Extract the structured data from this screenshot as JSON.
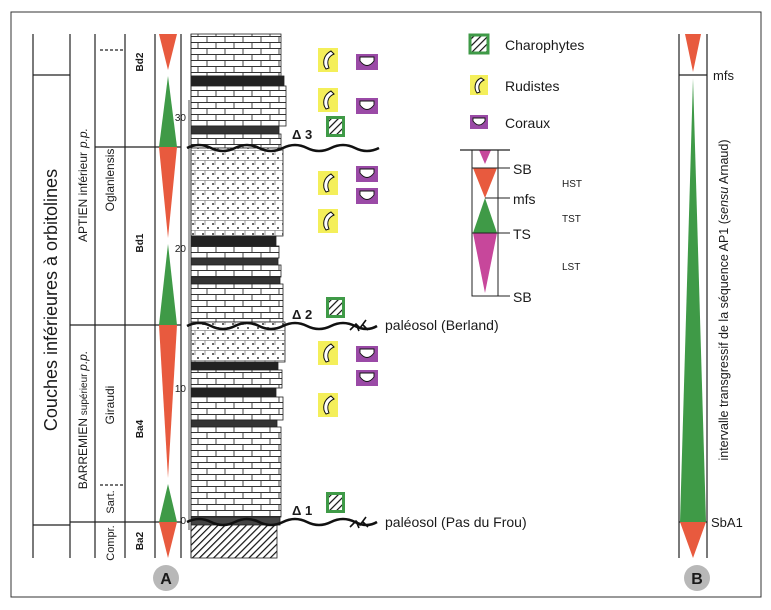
{
  "column_a": {
    "panel_letter": "A",
    "formation": "Couches inférieures à orbitolines",
    "stage_upper": "APTIEN inférieur",
    "stage_upper_suffix": "p.p.",
    "stage_lower": "BARREMIEN",
    "stage_lower_mid": " supérieur ",
    "stage_lower_suffix": "p.p.",
    "zones": [
      "Oglanlensis",
      "Giraudi",
      "Sart.",
      "Compr."
    ],
    "units": [
      "Bd2",
      "Bd1",
      "Ba4",
      "Ba2"
    ],
    "scale_ticks": [
      "30",
      "20",
      "10",
      "0"
    ],
    "surfaces": [
      "Δ 3",
      "Δ 2",
      "Δ 1"
    ],
    "paleosols": [
      "paléosol (Berland)",
      "paléosol (Pas du Frou)"
    ]
  },
  "legend": {
    "charophytes": "Charophytes",
    "rudistes": "Rudistes",
    "coraux": "Coraux",
    "sequence_labels": [
      "SB",
      "mfs",
      "TS",
      "SB"
    ],
    "tract_labels": [
      "HST",
      "TST",
      "LST"
    ]
  },
  "column_b": {
    "panel_letter": "B",
    "mfs": "mfs",
    "sb": "SbA1",
    "caption_pre": "intervalle transgressif de la séquence AP1 (",
    "caption_italic": "sensu",
    "caption_post": " Arnaud)"
  },
  "colors": {
    "green": "#3f9a47",
    "red": "#e85a3e",
    "magenta": "#c7479b",
    "yellow": "#f4ef5a",
    "purple": "#9a4aa6",
    "border": "#222222"
  },
  "icons": {
    "charophyte": "charophyte-icon",
    "rudist": "rudist-icon",
    "coral": "coral-icon"
  }
}
